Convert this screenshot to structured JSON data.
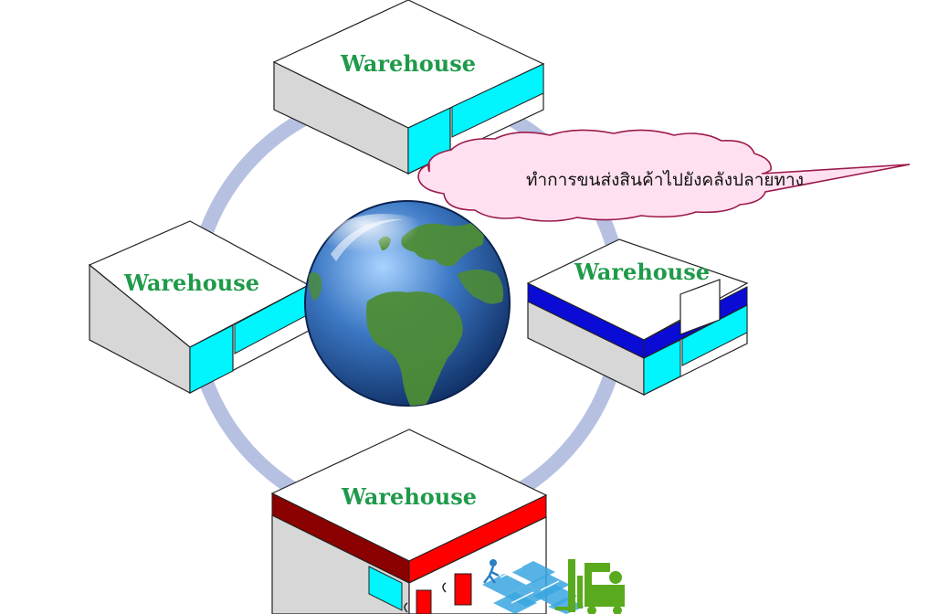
{
  "warehouses": [
    {
      "id": "top",
      "label": "Warehouse",
      "accent": "#00f5ff"
    },
    {
      "id": "left",
      "label": "Warehouse",
      "accent": "#00f5ff"
    },
    {
      "id": "right",
      "label": "Warehouse",
      "accent": "#0b0bd6",
      "accent2": "#00f5ff"
    },
    {
      "id": "bottom",
      "label": "Warehouse",
      "accent": "#8b0000",
      "accent2": "#ff0000"
    }
  ],
  "callout": {
    "text": "ทำการขนส่งสินค้าไปยังคลังปลายทาง",
    "fill": "#ffe0f0",
    "stroke": "#9b1a4a"
  },
  "ring": {
    "color": "#b6c1e2"
  },
  "globe": {
    "ocean": "#2d5fa8",
    "land": "#4d8c36"
  },
  "forklift": {
    "color": "#5aaa1e"
  },
  "boxes": {
    "color": "#3aa6e0"
  }
}
